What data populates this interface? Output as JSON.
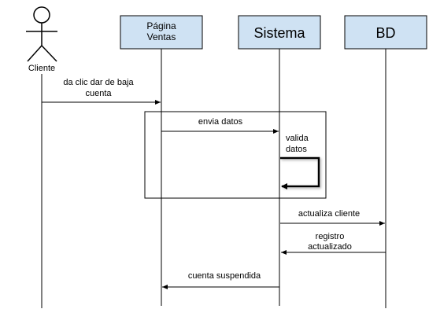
{
  "actor": {
    "name": "Cliente"
  },
  "participants": [
    {
      "id": "pagina",
      "lines": [
        "Página",
        "Ventas"
      ]
    },
    {
      "id": "sistema",
      "lines": [
        "Sistema"
      ]
    },
    {
      "id": "bd",
      "lines": [
        "BD"
      ]
    }
  ],
  "messages": [
    {
      "id": "m1",
      "from": "cliente",
      "to": "pagina",
      "lines": [
        "da clic dar de baja",
        "cuenta"
      ]
    },
    {
      "id": "m2",
      "from": "pagina",
      "to": "sistema",
      "lines": [
        "envia datos"
      ]
    },
    {
      "id": "m3",
      "from": "sistema",
      "to": "sistema",
      "lines": [
        "valida",
        "datos"
      ]
    },
    {
      "id": "m4",
      "from": "sistema",
      "to": "bd",
      "lines": [
        "actualiza cliente"
      ]
    },
    {
      "id": "m5",
      "from": "bd",
      "to": "sistema",
      "lines": [
        "registro",
        "actualizado"
      ]
    },
    {
      "id": "m6",
      "from": "sistema",
      "to": "pagina",
      "lines": [
        "cuenta suspendida"
      ]
    }
  ],
  "colors": {
    "participant_fill": "#cfe2f3",
    "line": "#000000",
    "frame_border": "#000000",
    "background": "#ffffff"
  }
}
